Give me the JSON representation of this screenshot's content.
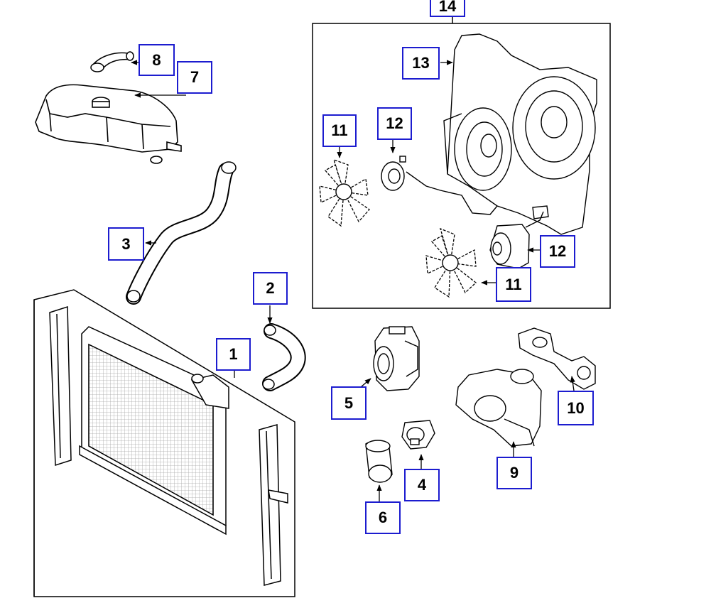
{
  "colors": {
    "callout_border": "#1c1ccf",
    "line": "#000000",
    "background": "#ffffff"
  },
  "callouts": [
    {
      "id": "1",
      "label": "1",
      "part": "radiator"
    },
    {
      "id": "2",
      "label": "2",
      "part": "lower-hose"
    },
    {
      "id": "3",
      "label": "3",
      "part": "upper-hose"
    },
    {
      "id": "4",
      "label": "4",
      "part": "thermostat"
    },
    {
      "id": "5",
      "label": "5",
      "part": "thermostat-housing"
    },
    {
      "id": "6",
      "label": "6",
      "part": "water-outlet"
    },
    {
      "id": "7",
      "label": "7",
      "part": "reservoir"
    },
    {
      "id": "8",
      "label": "8",
      "part": "overflow-hose"
    },
    {
      "id": "9",
      "label": "9",
      "part": "water-pump"
    },
    {
      "id": "10",
      "label": "10",
      "part": "gasket"
    },
    {
      "id": "11a",
      "label": "11",
      "part": "fan-blade"
    },
    {
      "id": "11b",
      "label": "11",
      "part": "fan-blade"
    },
    {
      "id": "12a",
      "label": "12",
      "part": "fan-motor"
    },
    {
      "id": "12b",
      "label": "12",
      "part": "fan-motor"
    },
    {
      "id": "13",
      "label": "13",
      "part": "fan-shroud"
    },
    {
      "id": "14",
      "label": "14",
      "part": "fan-assembly"
    }
  ]
}
